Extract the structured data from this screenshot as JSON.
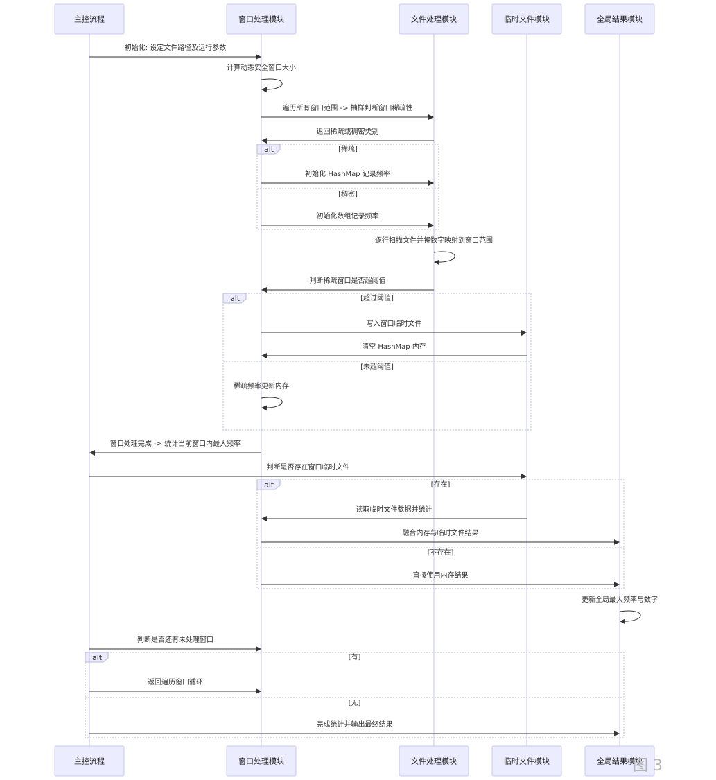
{
  "actors": [
    "主控流程",
    "窗口处理模块",
    "文件处理模块",
    "临时文件模块",
    "全局结果模块"
  ],
  "messages": [
    {
      "id": 0,
      "from": 0,
      "to": 1,
      "text": "初始化: 设定文件路径及运行参数"
    },
    {
      "id": 1,
      "from": 1,
      "to": 1,
      "text": "计算动态安全窗口大小"
    },
    {
      "id": 2,
      "from": 1,
      "to": 2,
      "text": "遍历所有窗口范围 -> 抽样判断窗口稀疏性"
    },
    {
      "id": 3,
      "from": 2,
      "to": 1,
      "text": "返回稀疏或稠密类别"
    },
    {
      "id": 4,
      "from": 1,
      "to": 2,
      "text": "初始化 HashMap 记录频率"
    },
    {
      "id": 5,
      "from": 1,
      "to": 2,
      "text": "初始化数组记录频率"
    },
    {
      "id": 6,
      "from": 2,
      "to": 2,
      "text": "逐行扫描文件并将数字映射到窗口范围"
    },
    {
      "id": 7,
      "from": 2,
      "to": 1,
      "text": "判断稀疏窗口是否超阈值"
    },
    {
      "id": 8,
      "from": 1,
      "to": 3,
      "text": "写入窗口临时文件"
    },
    {
      "id": 9,
      "from": 3,
      "to": 1,
      "text": "清空 HashMap 内存"
    },
    {
      "id": 10,
      "from": 1,
      "to": 1,
      "text": "稀疏频率更新内存"
    },
    {
      "id": 11,
      "from": 1,
      "to": 0,
      "text": "窗口处理完成 -> 统计当前窗口内最大频率"
    },
    {
      "id": 12,
      "from": 0,
      "to": 3,
      "text": "判断是否存在窗口临时文件"
    },
    {
      "id": 13,
      "from": 3,
      "to": 1,
      "text": "读取临时文件数据并统计"
    },
    {
      "id": 14,
      "from": 1,
      "to": 4,
      "text": "融合内存与临时文件结果"
    },
    {
      "id": 15,
      "from": 1,
      "to": 4,
      "text": "直接使用内存结果"
    },
    {
      "id": 16,
      "from": 4,
      "to": 4,
      "text": "更新全局最大频率与数字"
    },
    {
      "id": 17,
      "from": 0,
      "to": 1,
      "text": "判断是否还有未处理窗口"
    },
    {
      "id": 18,
      "from": 0,
      "to": 1,
      "text": "返回遍历窗口循环"
    },
    {
      "id": 19,
      "from": 0,
      "to": 4,
      "text": "完成统计并输出最终结果"
    }
  ],
  "fragments": [
    {
      "type": "alt",
      "conditions": [
        "[稀疏]",
        "[稠密]"
      ]
    },
    {
      "type": "alt",
      "conditions": [
        "[超过阈值]",
        "[未超阈值]"
      ]
    },
    {
      "type": "alt",
      "conditions": [
        "[存在]",
        "[不存在]"
      ]
    },
    {
      "type": "alt",
      "conditions": [
        "[有]",
        "[无]"
      ]
    }
  ],
  "watermark": "图 3"
}
